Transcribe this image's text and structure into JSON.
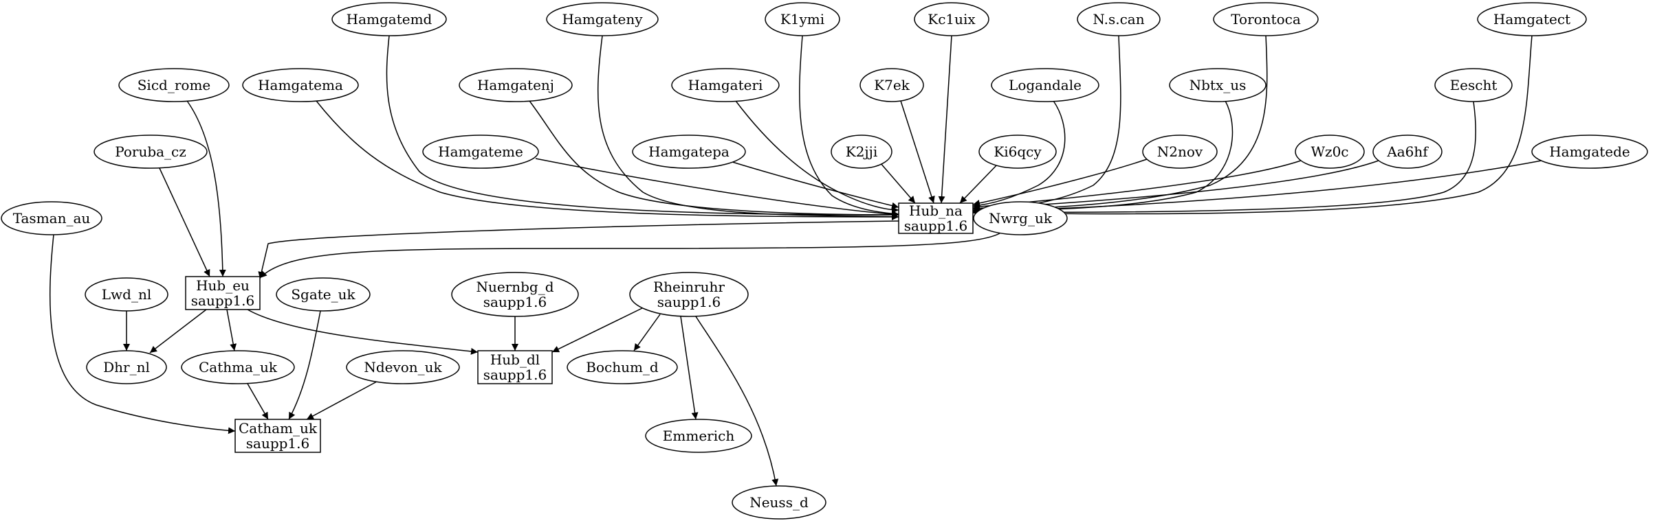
{
  "nodes": {
    "hamgatemd": {
      "lines": [
        "Hamgatemd"
      ],
      "shape": "ellipse"
    },
    "hamgateny": {
      "lines": [
        "Hamgateny"
      ],
      "shape": "ellipse"
    },
    "k1ymi": {
      "lines": [
        "K1ymi"
      ],
      "shape": "ellipse"
    },
    "kc1uix": {
      "lines": [
        "Kc1uix"
      ],
      "shape": "ellipse"
    },
    "nscan": {
      "lines": [
        "N.s.can"
      ],
      "shape": "ellipse"
    },
    "torontoca": {
      "lines": [
        "Torontoca"
      ],
      "shape": "ellipse"
    },
    "hamgatect": {
      "lines": [
        "Hamgatect"
      ],
      "shape": "ellipse"
    },
    "sicd_rome": {
      "lines": [
        "Sicd_rome"
      ],
      "shape": "ellipse"
    },
    "hamgatema": {
      "lines": [
        "Hamgatema"
      ],
      "shape": "ellipse"
    },
    "hamgatenj": {
      "lines": [
        "Hamgatenj"
      ],
      "shape": "ellipse"
    },
    "hamgateri": {
      "lines": [
        "Hamgateri"
      ],
      "shape": "ellipse"
    },
    "k7ek": {
      "lines": [
        "K7ek"
      ],
      "shape": "ellipse"
    },
    "logandale": {
      "lines": [
        "Logandale"
      ],
      "shape": "ellipse"
    },
    "nbtx_us": {
      "lines": [
        "Nbtx_us"
      ],
      "shape": "ellipse"
    },
    "eescht": {
      "lines": [
        "Eescht"
      ],
      "shape": "ellipse"
    },
    "poruba_cz": {
      "lines": [
        "Poruba_cz"
      ],
      "shape": "ellipse"
    },
    "hamgateme": {
      "lines": [
        "Hamgateme"
      ],
      "shape": "ellipse"
    },
    "hamgatepa": {
      "lines": [
        "Hamgatepa"
      ],
      "shape": "ellipse"
    },
    "k2jji": {
      "lines": [
        "K2jji"
      ],
      "shape": "ellipse"
    },
    "ki6qcy": {
      "lines": [
        "Ki6qcy"
      ],
      "shape": "ellipse"
    },
    "n2nov": {
      "lines": [
        "N2nov"
      ],
      "shape": "ellipse"
    },
    "wz0c": {
      "lines": [
        "Wz0c"
      ],
      "shape": "ellipse"
    },
    "aa6hf": {
      "lines": [
        "Aa6hf"
      ],
      "shape": "ellipse"
    },
    "hamgatede": {
      "lines": [
        "Hamgatede"
      ],
      "shape": "ellipse"
    },
    "tasman_au": {
      "lines": [
        "Tasman_au"
      ],
      "shape": "ellipse"
    },
    "hub_na": {
      "lines": [
        "Hub_na",
        "saupp1.6"
      ],
      "shape": "box"
    },
    "nwrg_uk": {
      "lines": [
        "Nwrg_uk"
      ],
      "shape": "ellipse"
    },
    "lwd_nl": {
      "lines": [
        "Lwd_nl"
      ],
      "shape": "ellipse"
    },
    "hub_eu": {
      "lines": [
        "Hub_eu",
        "saupp1.6"
      ],
      "shape": "box"
    },
    "sgate_uk": {
      "lines": [
        "Sgate_uk"
      ],
      "shape": "ellipse"
    },
    "nuernbg_d": {
      "lines": [
        "Nuernbg_d",
        "saupp1.6"
      ],
      "shape": "ellipse"
    },
    "rheinruhr": {
      "lines": [
        "Rheinruhr",
        "saupp1.6"
      ],
      "shape": "ellipse"
    },
    "dhr_nl": {
      "lines": [
        "Dhr_nl"
      ],
      "shape": "ellipse"
    },
    "cathma_uk": {
      "lines": [
        "Cathma_uk"
      ],
      "shape": "ellipse"
    },
    "ndevon_uk": {
      "lines": [
        "Ndevon_uk"
      ],
      "shape": "ellipse"
    },
    "hub_dl": {
      "lines": [
        "Hub_dl",
        "saupp1.6"
      ],
      "shape": "box"
    },
    "bochum_d": {
      "lines": [
        "Bochum_d"
      ],
      "shape": "ellipse"
    },
    "catham_uk": {
      "lines": [
        "Catham_uk",
        "saupp1.6"
      ],
      "shape": "box"
    },
    "emmerich": {
      "lines": [
        "Emmerich"
      ],
      "shape": "ellipse"
    },
    "neuss_d": {
      "lines": [
        "Neuss_d"
      ],
      "shape": "ellipse"
    }
  },
  "edges": [
    {
      "from": "hamgatemd",
      "to": "hub_na"
    },
    {
      "from": "hamgateny",
      "to": "hub_na"
    },
    {
      "from": "k1ymi",
      "to": "hub_na"
    },
    {
      "from": "kc1uix",
      "to": "hub_na"
    },
    {
      "from": "nscan",
      "to": "hub_na"
    },
    {
      "from": "torontoca",
      "to": "hub_na"
    },
    {
      "from": "hamgatect",
      "to": "hub_na"
    },
    {
      "from": "hamgatema",
      "to": "hub_na"
    },
    {
      "from": "hamgatenj",
      "to": "hub_na"
    },
    {
      "from": "hamgateri",
      "to": "hub_na"
    },
    {
      "from": "k7ek",
      "to": "hub_na"
    },
    {
      "from": "logandale",
      "to": "hub_na"
    },
    {
      "from": "nbtx_us",
      "to": "hub_na"
    },
    {
      "from": "eescht",
      "to": "hub_na"
    },
    {
      "from": "hamgateme",
      "to": "hub_na"
    },
    {
      "from": "hamgatepa",
      "to": "hub_na"
    },
    {
      "from": "k2jji",
      "to": "hub_na"
    },
    {
      "from": "ki6qcy",
      "to": "hub_na"
    },
    {
      "from": "n2nov",
      "to": "hub_na"
    },
    {
      "from": "wz0c",
      "to": "hub_na"
    },
    {
      "from": "aa6hf",
      "to": "hub_na"
    },
    {
      "from": "hamgatede",
      "to": "hub_na"
    },
    {
      "from": "hub_na",
      "to": "hub_eu"
    },
    {
      "from": "nwrg_uk",
      "to": "hub_eu"
    },
    {
      "from": "sicd_rome",
      "to": "hub_eu"
    },
    {
      "from": "poruba_cz",
      "to": "hub_eu"
    },
    {
      "from": "hub_eu",
      "to": "dhr_nl"
    },
    {
      "from": "hub_eu",
      "to": "cathma_uk"
    },
    {
      "from": "hub_eu",
      "to": "hub_dl"
    },
    {
      "from": "lwd_nl",
      "to": "dhr_nl"
    },
    {
      "from": "tasman_au",
      "to": "catham_uk"
    },
    {
      "from": "sgate_uk",
      "to": "catham_uk"
    },
    {
      "from": "cathma_uk",
      "to": "catham_uk"
    },
    {
      "from": "ndevon_uk",
      "to": "catham_uk"
    },
    {
      "from": "nuernbg_d",
      "to": "hub_dl"
    },
    {
      "from": "rheinruhr",
      "to": "hub_dl"
    },
    {
      "from": "rheinruhr",
      "to": "bochum_d"
    },
    {
      "from": "rheinruhr",
      "to": "emmerich"
    },
    {
      "from": "rheinruhr",
      "to": "neuss_d"
    }
  ]
}
